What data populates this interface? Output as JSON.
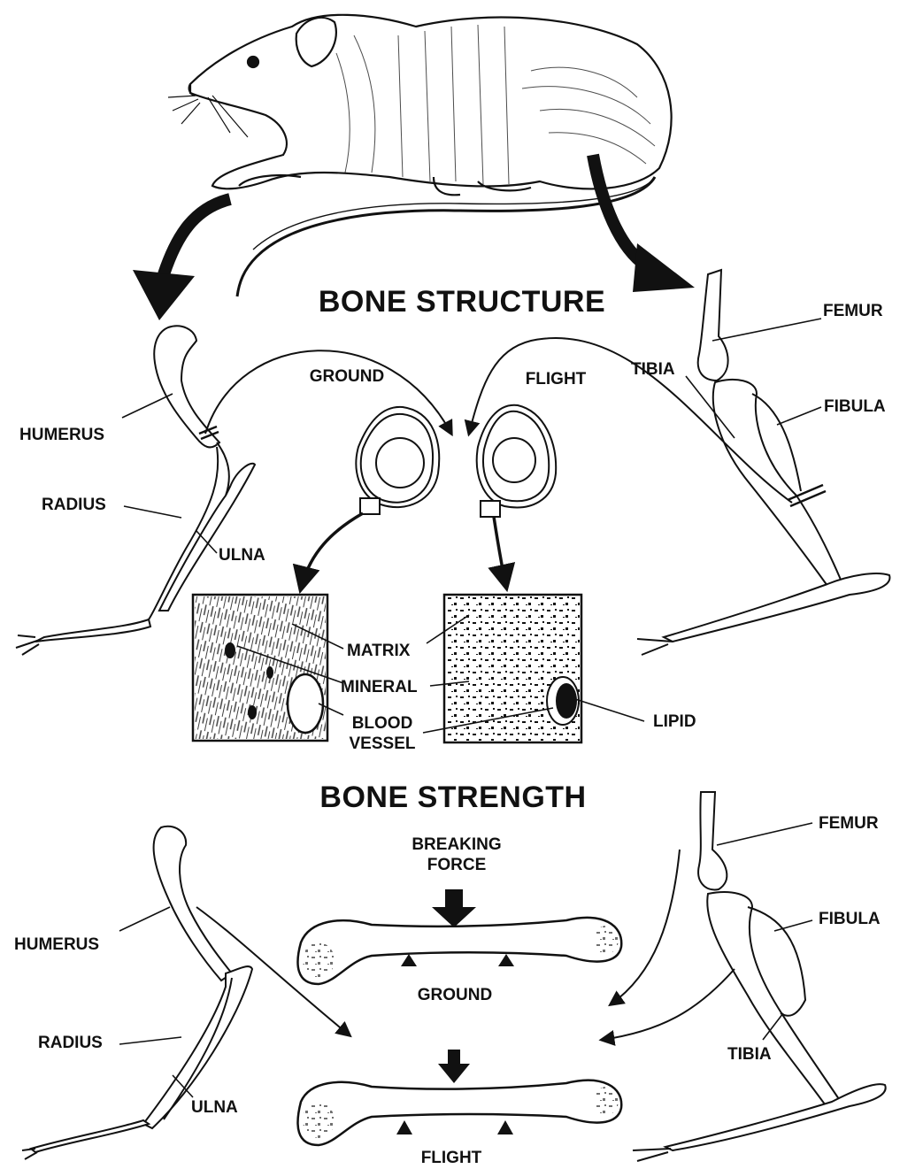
{
  "structure": {
    "title": "BONE STRUCTURE",
    "ground": "GROUND",
    "flight": "FLIGHT",
    "humerus": "HUMERUS",
    "radius": "RADIUS",
    "ulna": "ULNA",
    "femur": "FEMUR",
    "tibia": "TIBIA",
    "fibula": "FIBULA",
    "matrix": "MATRIX",
    "mineral": "MINERAL",
    "blood": "BLOOD",
    "vessel": "VESSEL",
    "lipid": "LIPID"
  },
  "strength": {
    "title": "BONE STRENGTH",
    "breaking": "BREAKING",
    "force": "FORCE",
    "ground": "GROUND",
    "flight": "FLIGHT",
    "humerus": "HUMERUS",
    "radius": "RADIUS",
    "ulna": "ULNA",
    "femur": "FEMUR",
    "fibula": "FIBULA",
    "tibia": "TIBIA"
  },
  "colors": {
    "ink": "#111111",
    "paper": "#ffffff"
  },
  "icons": {
    "arrow": "black-curved-arrow",
    "animal": "rat-drawing"
  }
}
